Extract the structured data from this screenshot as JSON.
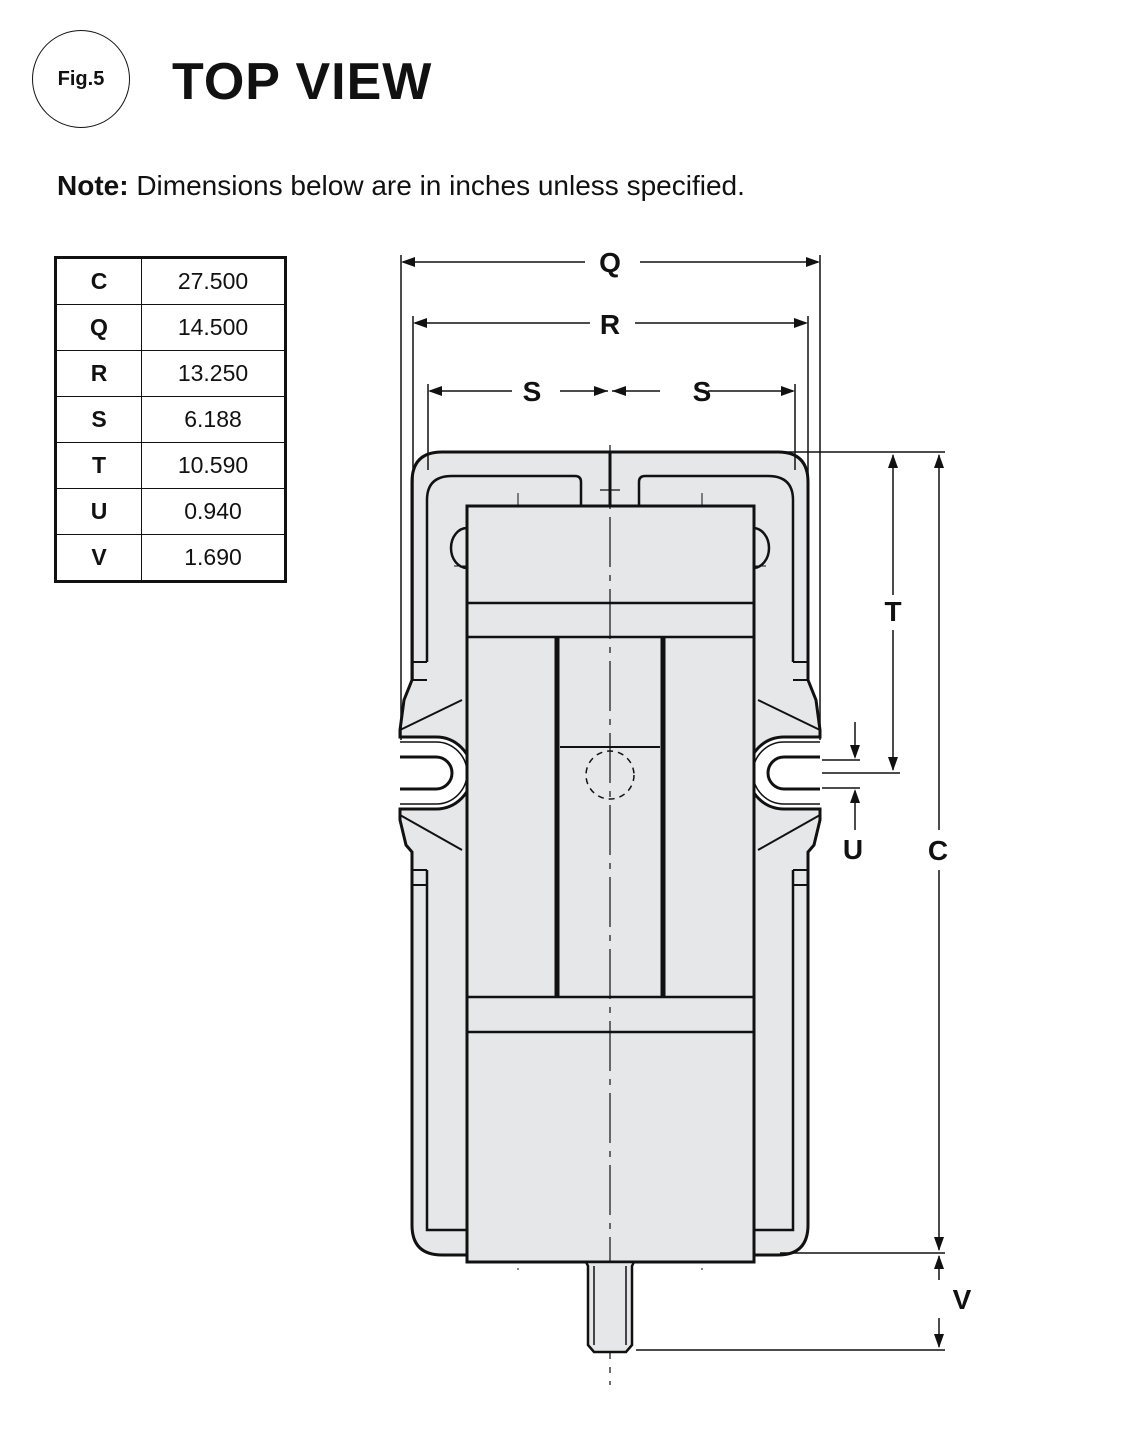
{
  "figure": {
    "badge": "Fig.5",
    "title": "TOP VIEW"
  },
  "note": {
    "label": "Note:",
    "text": "Dimensions below are in inches unless specified."
  },
  "dimensions": [
    {
      "key": "C",
      "value": "27.500"
    },
    {
      "key": "Q",
      "value": "14.500"
    },
    {
      "key": "R",
      "value": "13.250"
    },
    {
      "key": "S",
      "value": "6.188"
    },
    {
      "key": "T",
      "value": "10.590"
    },
    {
      "key": "U",
      "value": "0.940"
    },
    {
      "key": "V",
      "value": "1.690"
    }
  ],
  "drawing_labels": {
    "q": "Q",
    "r": "R",
    "s_left": "S",
    "s_right": "S",
    "t": "T",
    "u": "U",
    "c": "C",
    "v": "V"
  },
  "colors": {
    "body_fill": "#e6e7e9",
    "line": "#111111"
  }
}
